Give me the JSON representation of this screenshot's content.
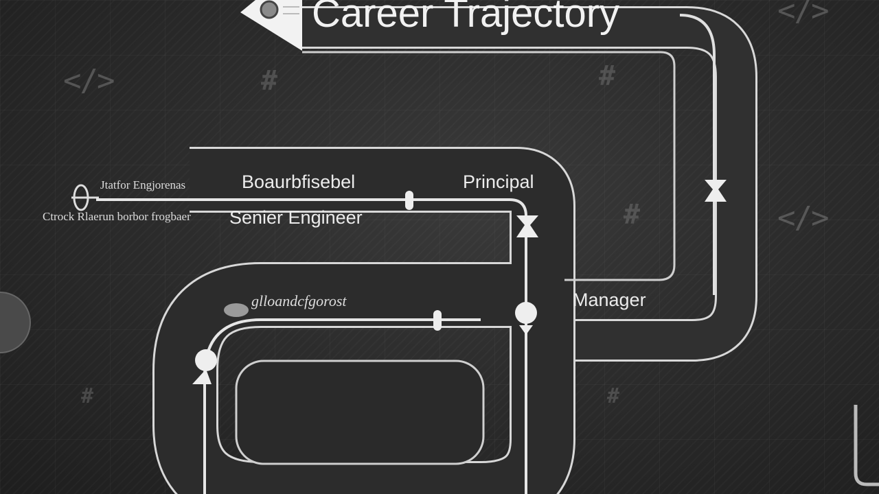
{
  "title": "Career Trajectory",
  "labels": {
    "top_left_small": "Jtatfor Engjorenas",
    "bottom_left_small": "Ctrock Rlaerun borbor frogbaer",
    "middle_top": "Boaurbfisebel",
    "senior": "Senier Engineer",
    "principal": "Principal",
    "manager": "Manager",
    "lower_loop": "glloandcfgorost"
  },
  "icons": [
    "code-brackets-icon",
    "hash-icon",
    "pencil-pin-icon"
  ],
  "colors": {
    "road": "#2f2f2f",
    "road_edge": "#d8d8d8",
    "background": "#2c2c2c"
  }
}
